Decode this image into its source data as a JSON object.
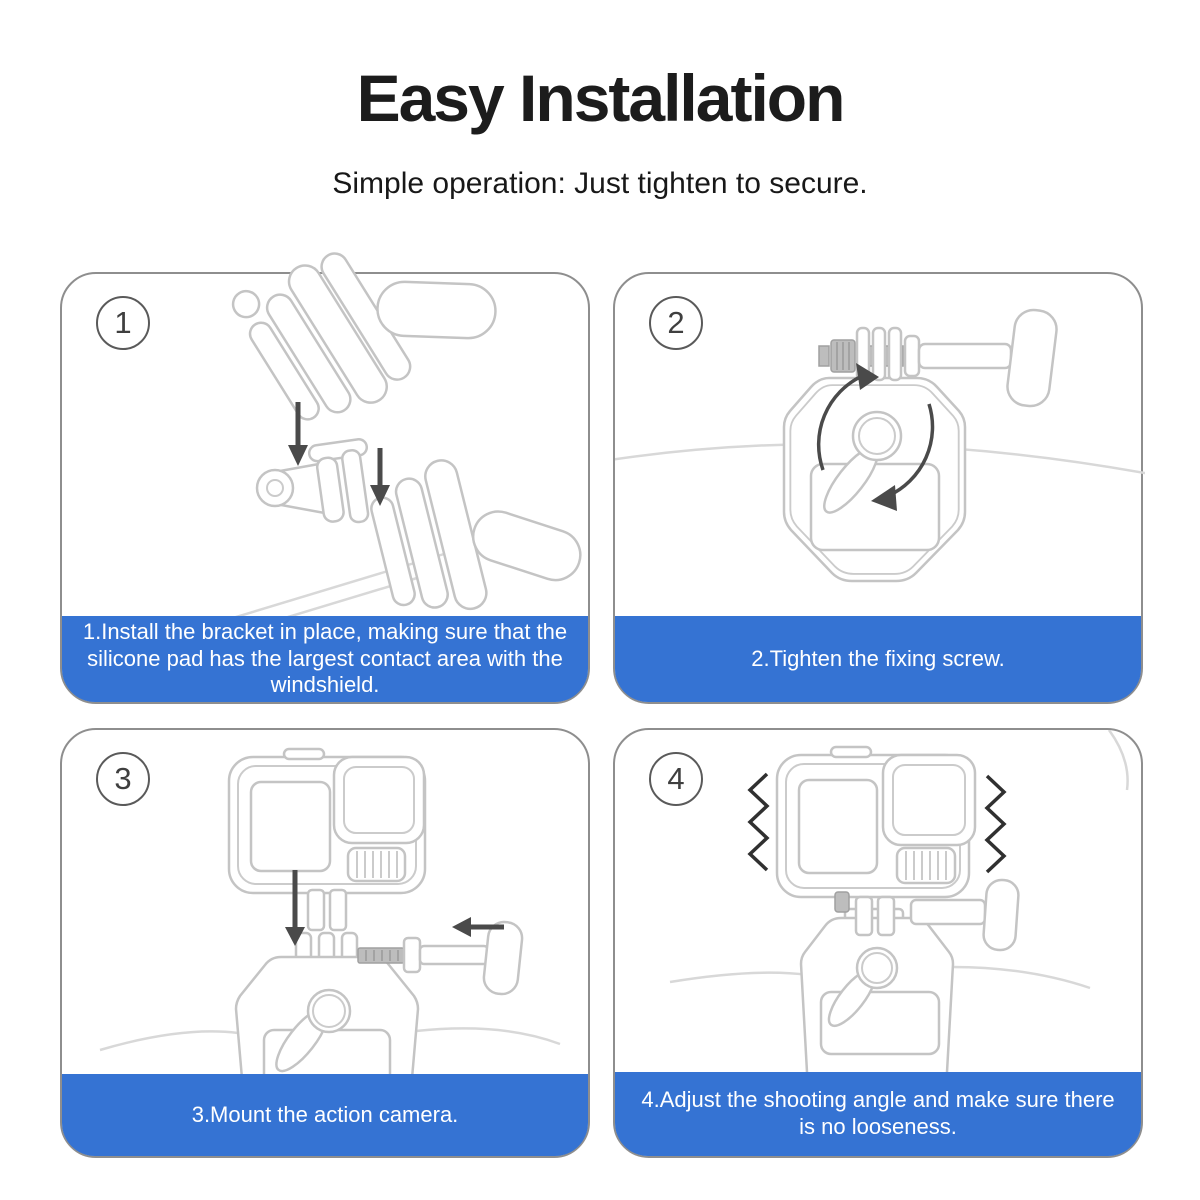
{
  "page": {
    "title": "Easy Installation",
    "subtitle": "Simple operation: Just tighten to secure."
  },
  "colors": {
    "accent_blue": "#3573d3",
    "caption_text": "#ffffff",
    "panel_border": "#8e8e8e",
    "title_text": "#1c1c1c",
    "line_art_gray": "#c4c4c4",
    "arrow_dark": "#4a4a4a"
  },
  "steps": [
    {
      "number": "1",
      "caption": "1.Install the bracket in place, making sure that the silicone pad has the largest contact area with the windshield.",
      "illustration": "windshield-bracket-install-diagram"
    },
    {
      "number": "2",
      "caption": "2.Tighten the fixing screw.",
      "illustration": "tighten-fixing-screw-diagram"
    },
    {
      "number": "3",
      "caption": "3.Mount the action camera.",
      "illustration": "mount-action-camera-diagram"
    },
    {
      "number": "4",
      "caption": "4.Adjust the shooting angle and make sure there is no looseness.",
      "illustration": "adjust-angle-no-looseness-diagram"
    }
  ]
}
